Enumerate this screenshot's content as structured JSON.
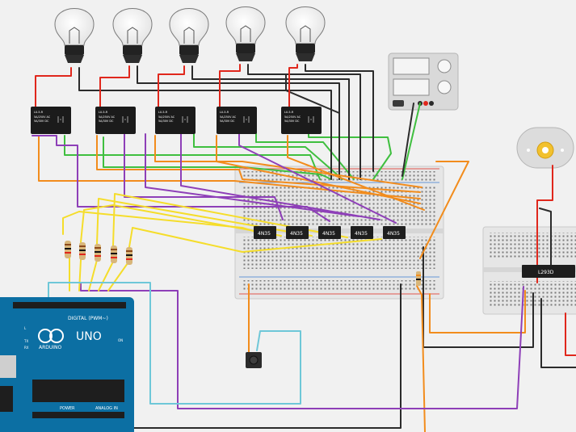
{
  "components": {
    "bulbs": [
      {
        "name": "bulb-1"
      },
      {
        "name": "bulb-2"
      },
      {
        "name": "bulb-3"
      },
      {
        "name": "bulb-4"
      },
      {
        "name": "bulb-5"
      }
    ],
    "relays": [
      {
        "model": "LU-5-R",
        "line1": "5A/250V AC",
        "line2": "5A/30V DC"
      },
      {
        "model": "LU-5-R",
        "line1": "5A/250V AC",
        "line2": "5A/30V DC"
      },
      {
        "model": "LU-5-R",
        "line1": "5A/250V AC",
        "line2": "5A/30V DC"
      },
      {
        "model": "LU-5-R",
        "line1": "5A/250V AC",
        "line2": "5A/30V DC"
      },
      {
        "model": "LU-5-R",
        "line1": "5A/250V AC",
        "line2": "5A/30V DC"
      }
    ],
    "optocouplers": [
      {
        "label": "4N35"
      },
      {
        "label": "4N35"
      },
      {
        "label": "4N35"
      },
      {
        "label": "4N35"
      },
      {
        "label": "4N35"
      }
    ],
    "motor_driver": {
      "label": "L293D"
    },
    "arduino": {
      "brand": "ARDUINO",
      "model": "UNO",
      "digital_label": "DIGITAL (PWM~)",
      "power_label": "POWER",
      "analog_label": "ANALOG IN",
      "on_label": "ON",
      "tx_label": "TX",
      "rx_label": "RX",
      "l_label": "L"
    }
  },
  "colors": {
    "background": "#f1f1f1",
    "wire_red": "#e0271c",
    "wire_black": "#2b2b2b",
    "wire_green": "#3fbf3f",
    "wire_purple": "#8e3fb8",
    "wire_orange": "#f28c1c",
    "wire_yellow": "#f5dd2a",
    "wire_cyan": "#6ec7d8",
    "arduino_blue": "#0c6fa3",
    "relay_black": "#1b1b1b",
    "breadboard": "#e6e6e6",
    "power_supply": "#d9d9d9",
    "motor_yellow": "#f2c12e"
  }
}
